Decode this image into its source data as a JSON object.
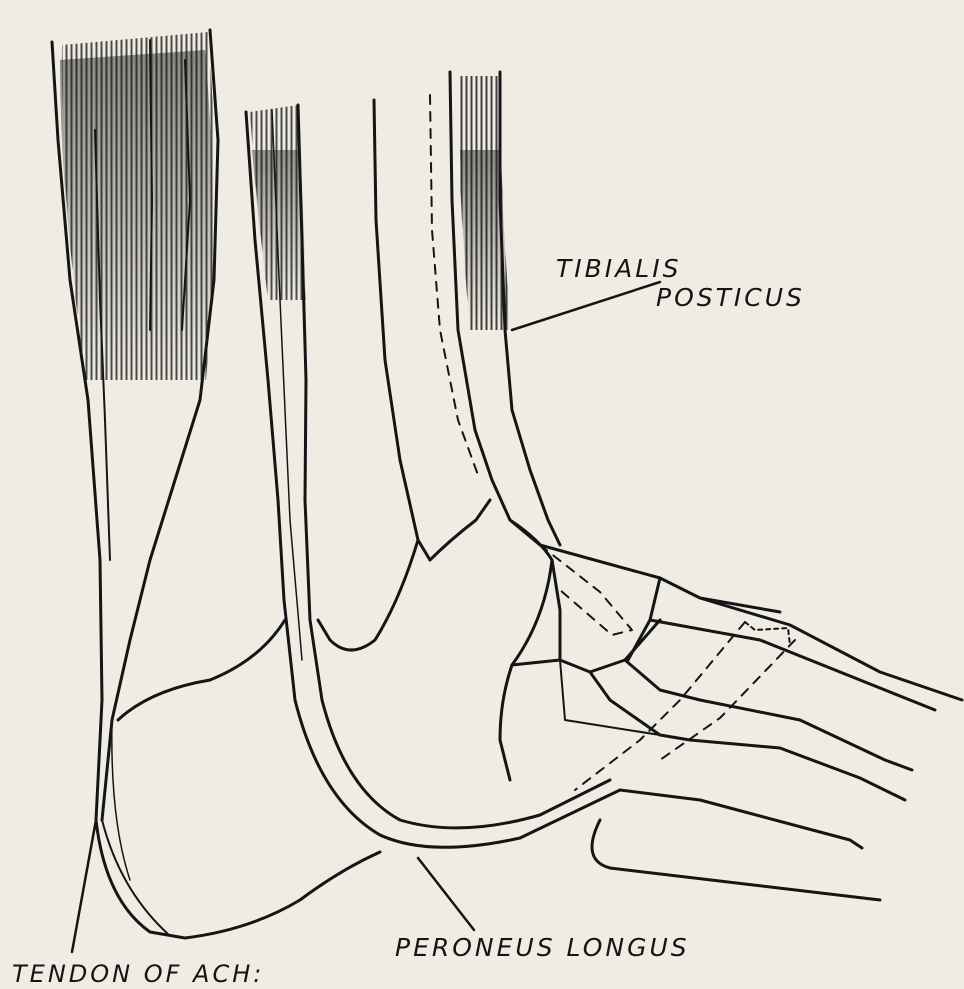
{
  "figure": {
    "labels": {
      "tibialis": "TIBIALIS",
      "posticus": "POSTICUS",
      "peroneus_longus": "PERONEUS LONGUS",
      "tendon_of_ach": "TENDON OF ACH:"
    },
    "colors": {
      "paper": "#efede3",
      "ink": "#151515"
    }
  }
}
